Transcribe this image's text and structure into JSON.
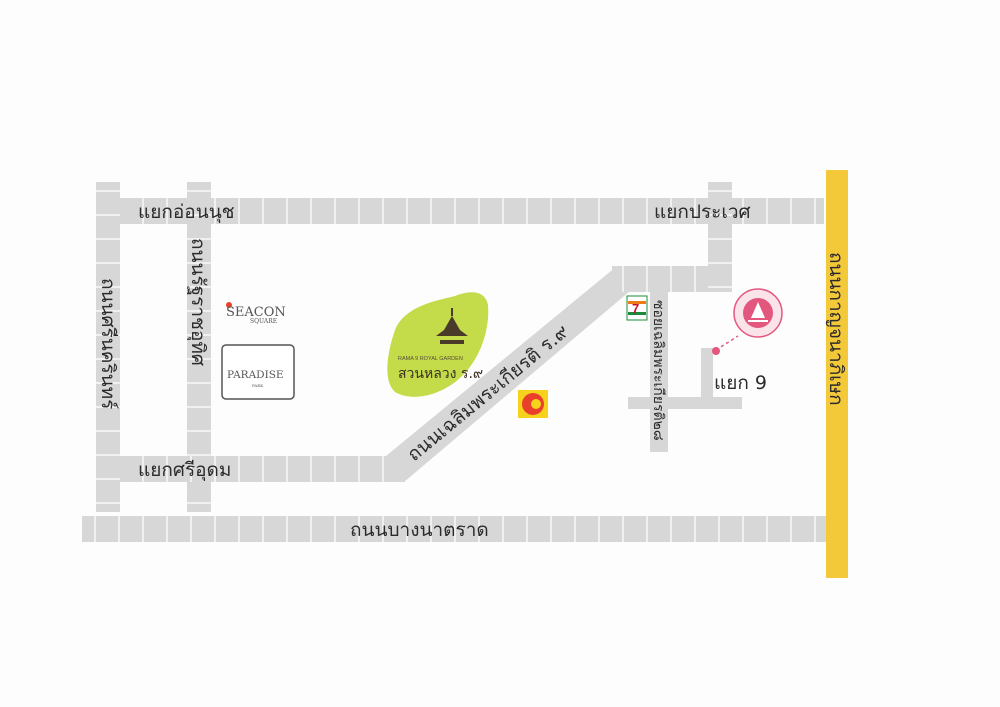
{
  "roads": {
    "top": "แยกอ่อนนุช",
    "top_right": "แยกประเวศ",
    "bottom": "ถนนบางนาตราด",
    "left_lower": "แยกศรีอุดม",
    "diagonal": "ถนนเฉลิมพระเกียรติ ร.๙",
    "far_left_vertical": "ถนนศรีนครินทร์",
    "inner_left_vertical": "ถนนรัฐราชอุทิศ",
    "soi_vertical": "ซอยเฉลิมพระเกียรติ๒๘",
    "right_main": "ถนนกาญจนาภิเษก",
    "junction": "แยก 9"
  },
  "landmarks": {
    "seacon": "SEACON",
    "seacon_sub": "SQUARE",
    "paradise": "PARADISE",
    "paradise_sub": "PARK",
    "park_en": "RAMA 9 ROYAL GARDEN",
    "park_th": "สวนหลวง ร.๙",
    "seven_eleven": "7"
  },
  "colors": {
    "road_fill": "#d7d7d7",
    "road_stripe": "#f4f4f4",
    "highway": "#f3c93a",
    "park_green": "#c4dc4a",
    "destination_pink": "#e3577f",
    "bigc_red": "#e8402a",
    "bigc_yellow": "#f7d21c",
    "seven_green": "#1a8a3a",
    "seven_orange": "#ef7a1a"
  }
}
